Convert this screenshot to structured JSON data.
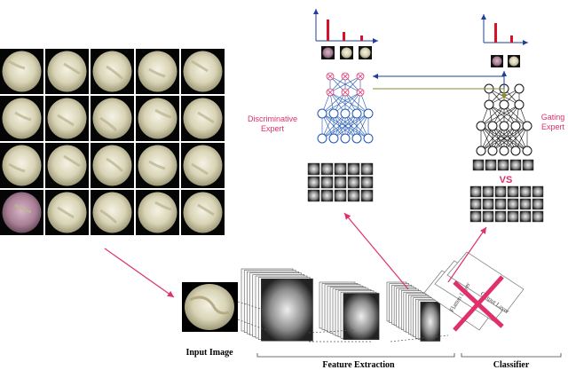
{
  "labels": {
    "discriminative_expert": [
      "Discriminative",
      "Expert"
    ],
    "gating_expert": [
      "Gating",
      "Expert"
    ],
    "vs": "VS",
    "input_image": "Input Image",
    "feature_extraction": "Feature Extraction",
    "classifier": "Classifier",
    "layer_a": "Output Layer",
    "layer_b": "Flatten Layer"
  },
  "colors": {
    "accent": "#e0306b",
    "axis": "#1f3f9a",
    "bar": "#d4122a",
    "gating_path": "#8a8a2a",
    "net": "#1f57b5"
  },
  "thumbnail_grid": {
    "rows": 4,
    "cols": 5
  }
}
